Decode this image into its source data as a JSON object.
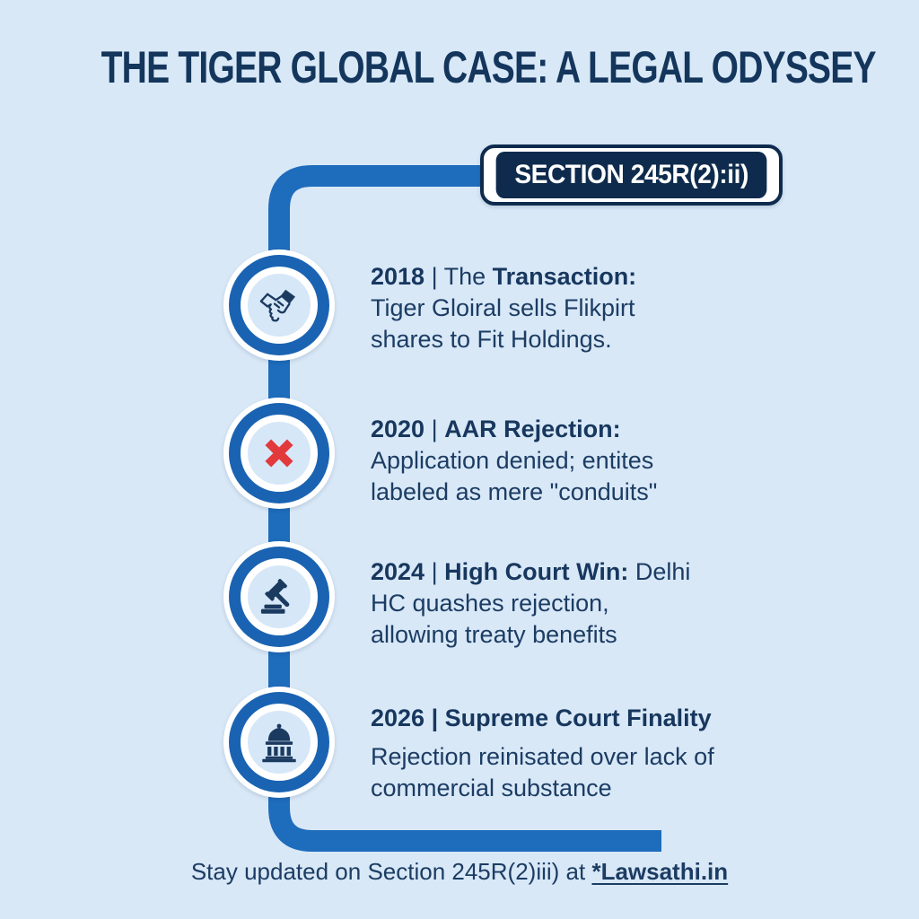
{
  "title": "THE TIGER GLOBAL CASE: A LEGAL ODYSSEY",
  "badge": {
    "label": "SECTION 245R(2):ii)"
  },
  "timeline": {
    "items": [
      {
        "year": "2018",
        "separator": " | ",
        "lead": "The ",
        "heading": "Transaction:",
        "body": " Tiger Gloiral sells Flikpirt shares to Fit Holdings.",
        "icon": "handshake-icon"
      },
      {
        "year": "2020",
        "separator": " | ",
        "lead": "",
        "heading": "AAR Rejection:",
        "body": " Application denied; entites labeled as mere \"conduits\"",
        "icon": "x-mark-icon"
      },
      {
        "year": "2024",
        "separator": " | ",
        "lead": "",
        "heading": "High Court Win:",
        "body": " Delhi HC quashes rejection, allowing treaty benefits",
        "icon": "gavel-icon"
      },
      {
        "year": "2026",
        "separator": " | ",
        "lead": "",
        "heading": "Supreme Court Finality",
        "body": "Rejection reinisated over lack of commercial substance",
        "icon": "courthouse-icon"
      }
    ]
  },
  "footer": {
    "prefix": "Stay updated on Section 245R(2)iii) at ",
    "link": "*Lawsathi.in"
  },
  "colors": {
    "background": "#d8e8f7",
    "title_navy": "#14365c",
    "text_navy": "#1c3c63",
    "line_blue": "#1e6cbc",
    "ring_blue": "#1a63b2",
    "badge_navy": "#0e2b4d",
    "icon_navy": "#1b3a5f",
    "x_red": "#e23a3c",
    "white": "#ffffff"
  }
}
